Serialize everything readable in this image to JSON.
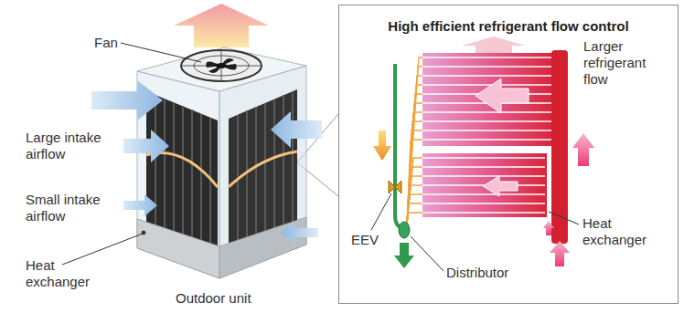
{
  "diagram": {
    "nodes": [
      {
        "text": [
          "High efficient refrigerant flow control"
        ]
      }
    ],
    "labels": [
      "Fan",
      "Large intake airflow",
      "Small intake airflow",
      "Heat exchanger",
      "Outdoor unit",
      "Larger refrigerant flow",
      "Heat exchanger",
      "EEV",
      "Distributor"
    ]
  }
}
